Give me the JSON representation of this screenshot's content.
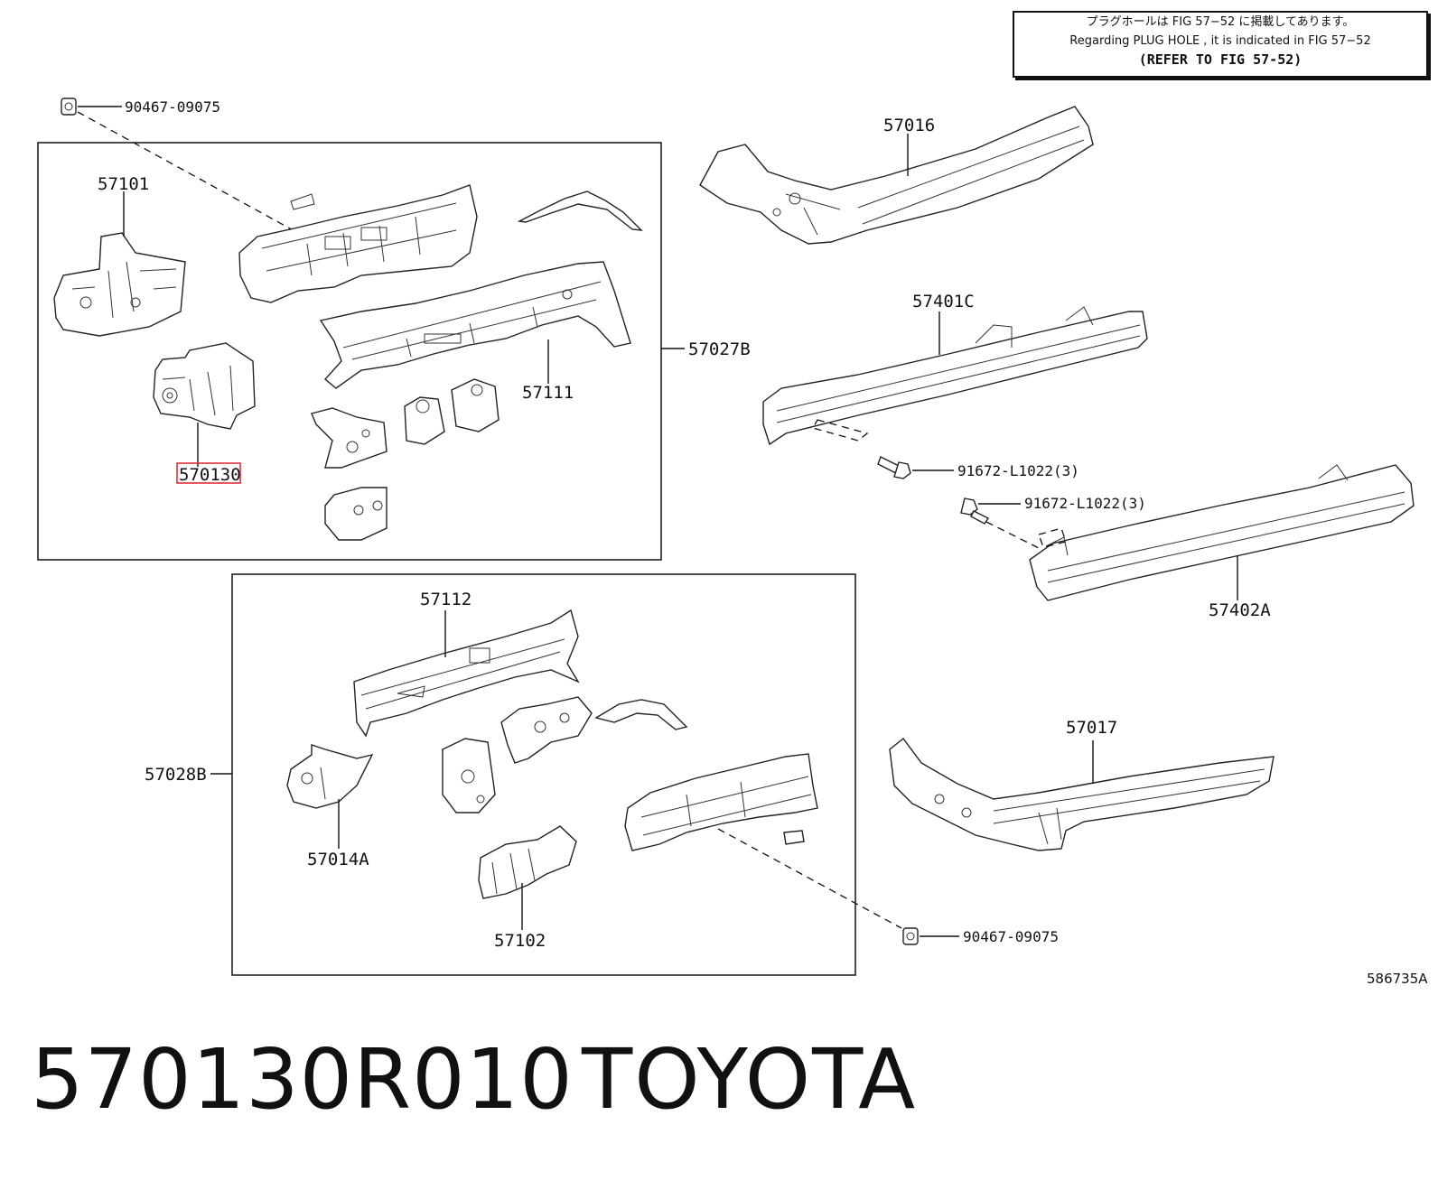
{
  "note": {
    "line1": "プラグホールは FIG 57−52 に掲載してあります。",
    "line2": "Regarding PLUG HOLE , it is indicated in FIG 57−52",
    "line3": "(REFER TO FIG 57-52)"
  },
  "labels": {
    "p90467_top": "90467-09075",
    "p57101": "57101",
    "p570130": "570130",
    "p57111": "57111",
    "p57027B": "57027B",
    "p57016": "57016",
    "p57401C": "57401C",
    "p91672_a": "91672-L1022(3)",
    "p91672_b": "91672-L1022(3)",
    "p57402A": "57402A",
    "p57112": "57112",
    "p57028B": "57028B",
    "p57014A": "57014A",
    "p57102": "57102",
    "p57017": "57017",
    "p90467_bottom": "90467-09075"
  },
  "diagram_code": "586735A",
  "title": {
    "part_number": "570130R010",
    "brand": "TOYOTA"
  },
  "highlight_color": "#e0303a"
}
